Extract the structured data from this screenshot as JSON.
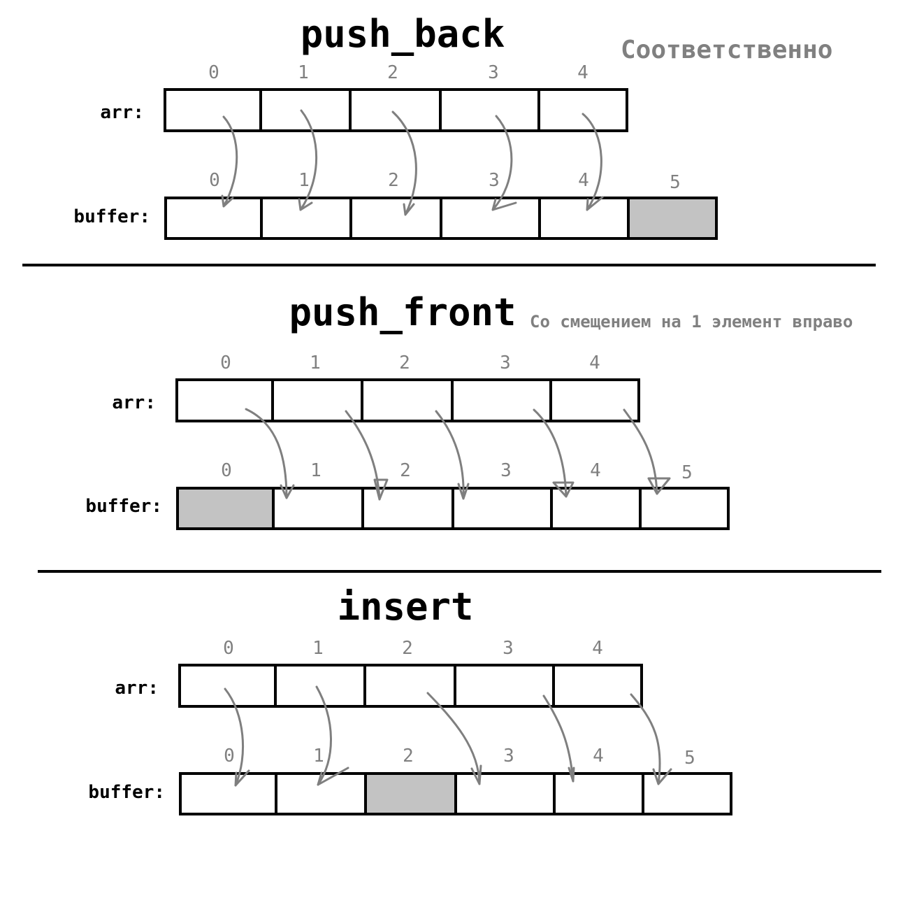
{
  "sections": [
    {
      "title": "push_back",
      "note": "Соответственно",
      "arr": {
        "label": "arr:",
        "indices": [
          "0",
          "1",
          "2",
          "3",
          "4"
        ]
      },
      "buffer": {
        "label": "buffer:",
        "indices": [
          "0",
          "1",
          "2",
          "3",
          "4",
          "5"
        ],
        "highlighted_cell": 5
      },
      "mapping": [
        [
          0,
          0
        ],
        [
          1,
          1
        ],
        [
          2,
          2
        ],
        [
          3,
          3
        ],
        [
          4,
          4
        ]
      ]
    },
    {
      "title": "push_front",
      "note": "Со смещением на 1 элемент вправо",
      "arr": {
        "label": "arr:",
        "indices": [
          "0",
          "1",
          "2",
          "3",
          "4"
        ]
      },
      "buffer": {
        "label": "buffer:",
        "indices": [
          "0",
          "1",
          "2",
          "3",
          "4",
          "5"
        ],
        "highlighted_cell": 0
      },
      "mapping": [
        [
          0,
          1
        ],
        [
          1,
          2
        ],
        [
          2,
          3
        ],
        [
          3,
          4
        ],
        [
          4,
          5
        ]
      ]
    },
    {
      "title": "insert",
      "note": "",
      "arr": {
        "label": "arr:",
        "indices": [
          "0",
          "1",
          "2",
          "3",
          "4"
        ]
      },
      "buffer": {
        "label": "buffer:",
        "indices": [
          "0",
          "1",
          "2",
          "3",
          "4",
          "5"
        ],
        "highlighted_cell": 2
      },
      "mapping": [
        [
          0,
          0
        ],
        [
          1,
          1
        ],
        [
          2,
          3
        ],
        [
          3,
          4
        ],
        [
          4,
          5
        ]
      ]
    }
  ],
  "colors": {
    "highlight_fill": "#c3c3c3",
    "arrow_stroke": "#7f7f7f",
    "index_text": "#808080"
  }
}
